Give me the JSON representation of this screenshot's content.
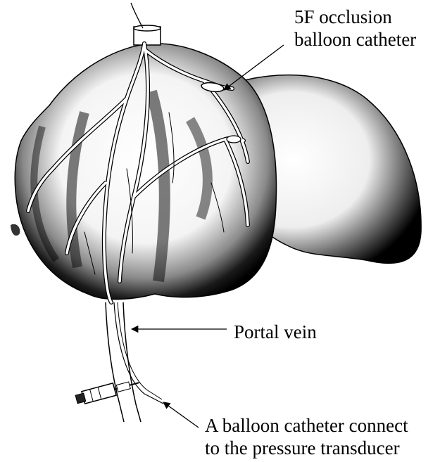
{
  "labels": {
    "occlusion_catheter_line1": "5F occlusion",
    "occlusion_catheter_line2": "balloon catheter",
    "portal_vein": "Portal vein",
    "transducer_catheter_line1": "A balloon catheter connect",
    "transducer_catheter_line2": "to the pressure transducer"
  },
  "colors": {
    "ink": "#000000",
    "background": "#ffffff",
    "organ_shading": "#111111"
  },
  "icons": {
    "arrow_style": "filled-triangle-head"
  }
}
